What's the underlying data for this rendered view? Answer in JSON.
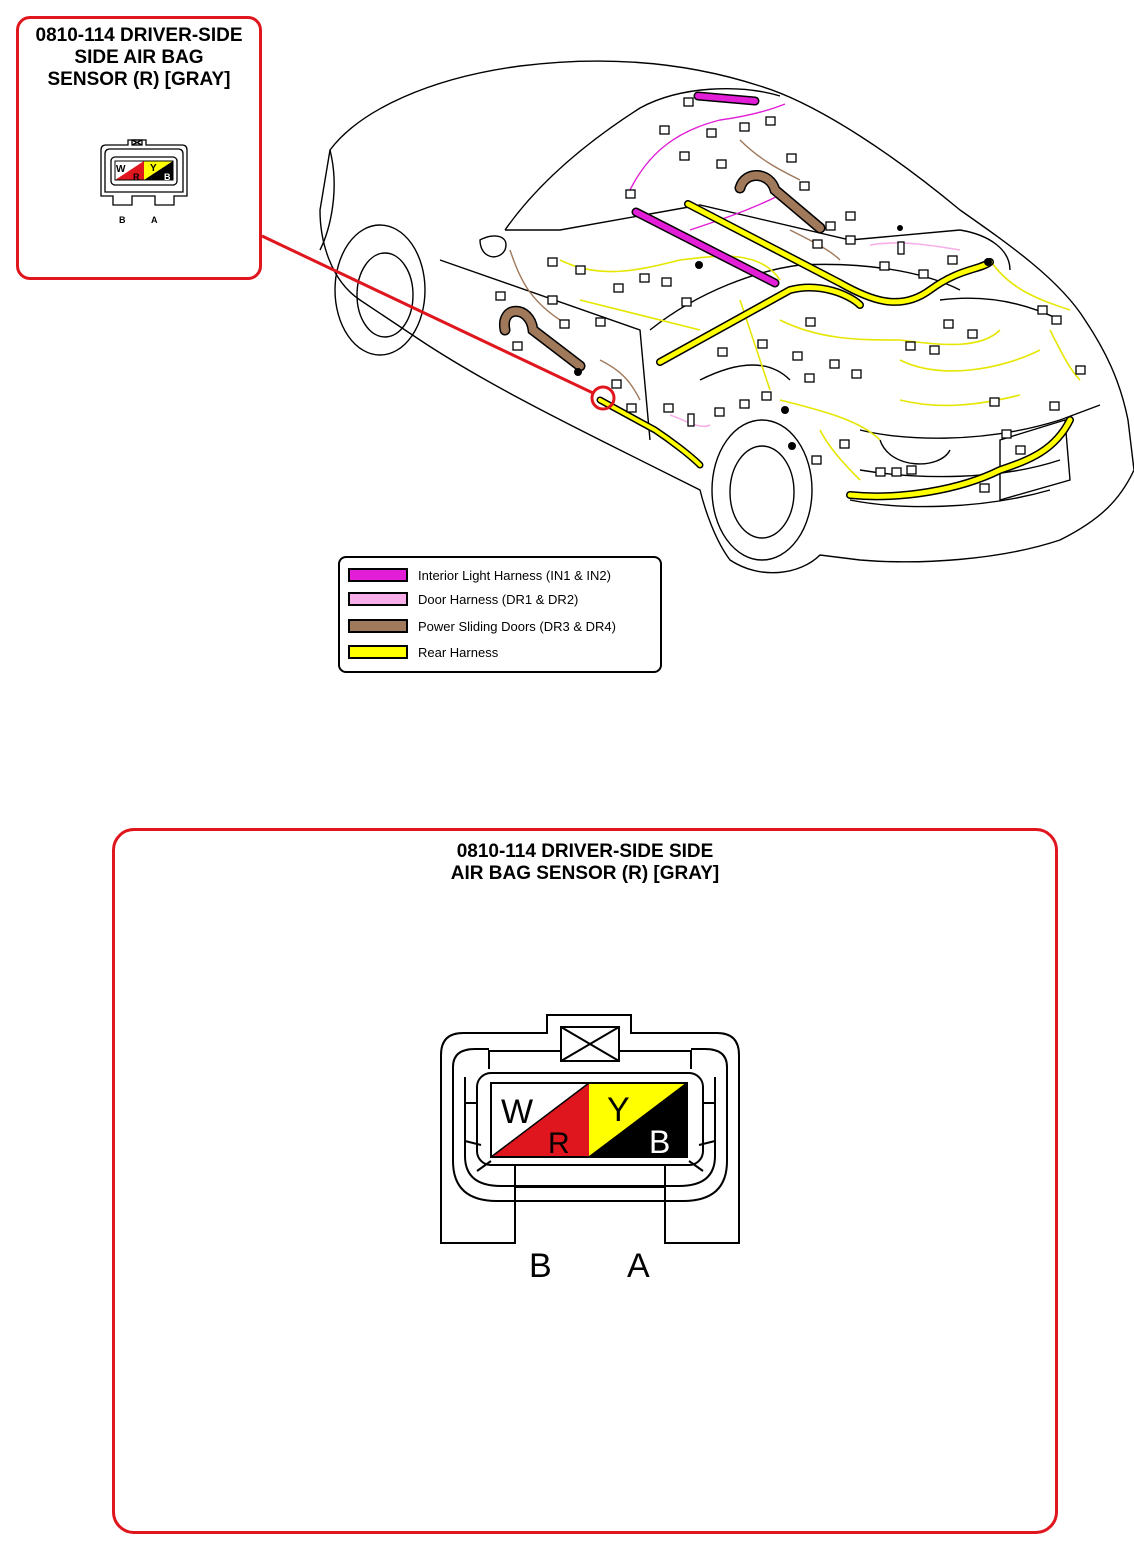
{
  "callout": {
    "title_lines": [
      "0810-114 DRIVER-SIDE",
      "SIDE AIR BAG",
      "SENSOR (R) [GRAY]"
    ]
  },
  "detail": {
    "title_lines": [
      "0810-114 DRIVER-SIDE SIDE",
      "AIR BAG SENSOR (R) [GRAY]"
    ]
  },
  "connector": {
    "wire_codes": {
      "top_left": "W",
      "bottom_left": "R",
      "top_right": "Y",
      "bottom_right": "B"
    },
    "pins": {
      "left": "B",
      "right": "A"
    }
  },
  "legend": {
    "items": [
      {
        "label": "Interior Light Harness (IN1 & IN2)",
        "color": "#e21fd6"
      },
      {
        "label": "Door Harness (DR1 & DR2)",
        "color": "#f8aee8"
      },
      {
        "label": "Power Sliding Doors (DR3 & DR4)",
        "color": "#a0785a"
      },
      {
        "label": "Rear Harness",
        "color": "#ffff00"
      }
    ]
  },
  "colors": {
    "accent": "#e0161e",
    "red_wire": "#e0161e",
    "yellow_wire": "#ffff00",
    "black_wire": "#000000"
  }
}
